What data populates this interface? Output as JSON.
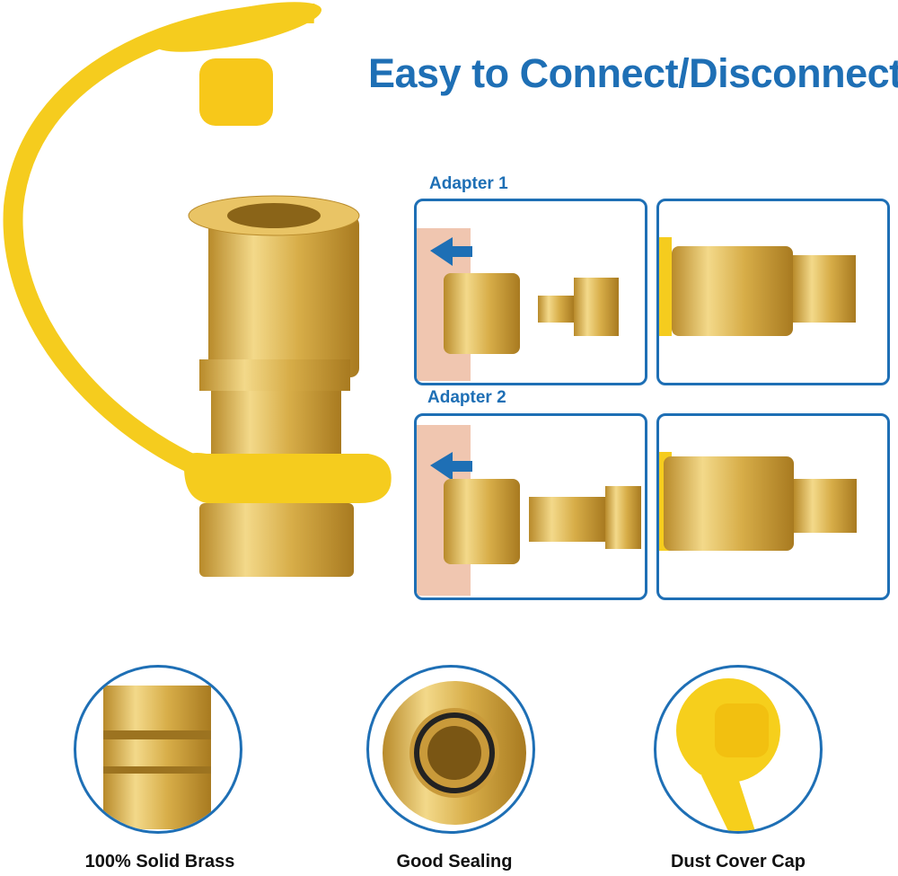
{
  "title": "Easy to Connect/Disconnect",
  "adapters": [
    {
      "label": "Adapter 1"
    },
    {
      "label": "Adapter 2"
    }
  ],
  "features": [
    {
      "label": "100% Solid Brass",
      "icon": "brass-body-icon"
    },
    {
      "label": "Good Sealing",
      "icon": "seal-icon"
    },
    {
      "label": "Dust Cover Cap",
      "icon": "dust-cap-icon"
    }
  ],
  "colors": {
    "accent": "#1e6fb5",
    "brass": "#d9b24a",
    "cap": "#f6cf1c"
  }
}
